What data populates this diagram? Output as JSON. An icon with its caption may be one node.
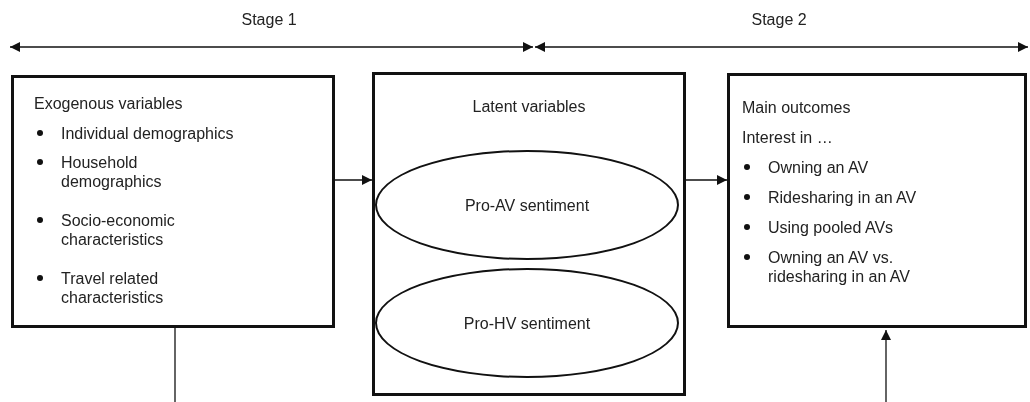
{
  "diagram": {
    "nodes": [
      {
        "text": [
          "Exogenous variables",
          "Individual demographics",
          "Household demographics",
          "Socio-economic characteristics",
          "Travel related characteristics"
        ]
      },
      {
        "text": [
          "Latent variables"
        ]
      },
      {
        "text": [
          "Pro-AV sentiment"
        ],
        "in": 1
      },
      {
        "text": [
          "Pro-HV sentiment"
        ],
        "in": 1
      },
      {
        "text": [
          "Main outcomes",
          "Interest in …",
          "Owning an AV",
          "Ridesharing in an AV",
          "Using pooled AVs",
          "Owning an AV vs. ridesharing in an AV"
        ]
      }
    ],
    "edges": [
      {
        "from": 0,
        "to": 1,
        "arrow": "to"
      },
      {
        "from": 1,
        "to": 4,
        "arrow": "to"
      },
      {
        "from": 0,
        "to": null,
        "arrow": "none"
      },
      {
        "from": null,
        "to": 4,
        "arrow": "to"
      }
    ],
    "labels": [
      "Stage 1",
      "Stage 2"
    ]
  }
}
